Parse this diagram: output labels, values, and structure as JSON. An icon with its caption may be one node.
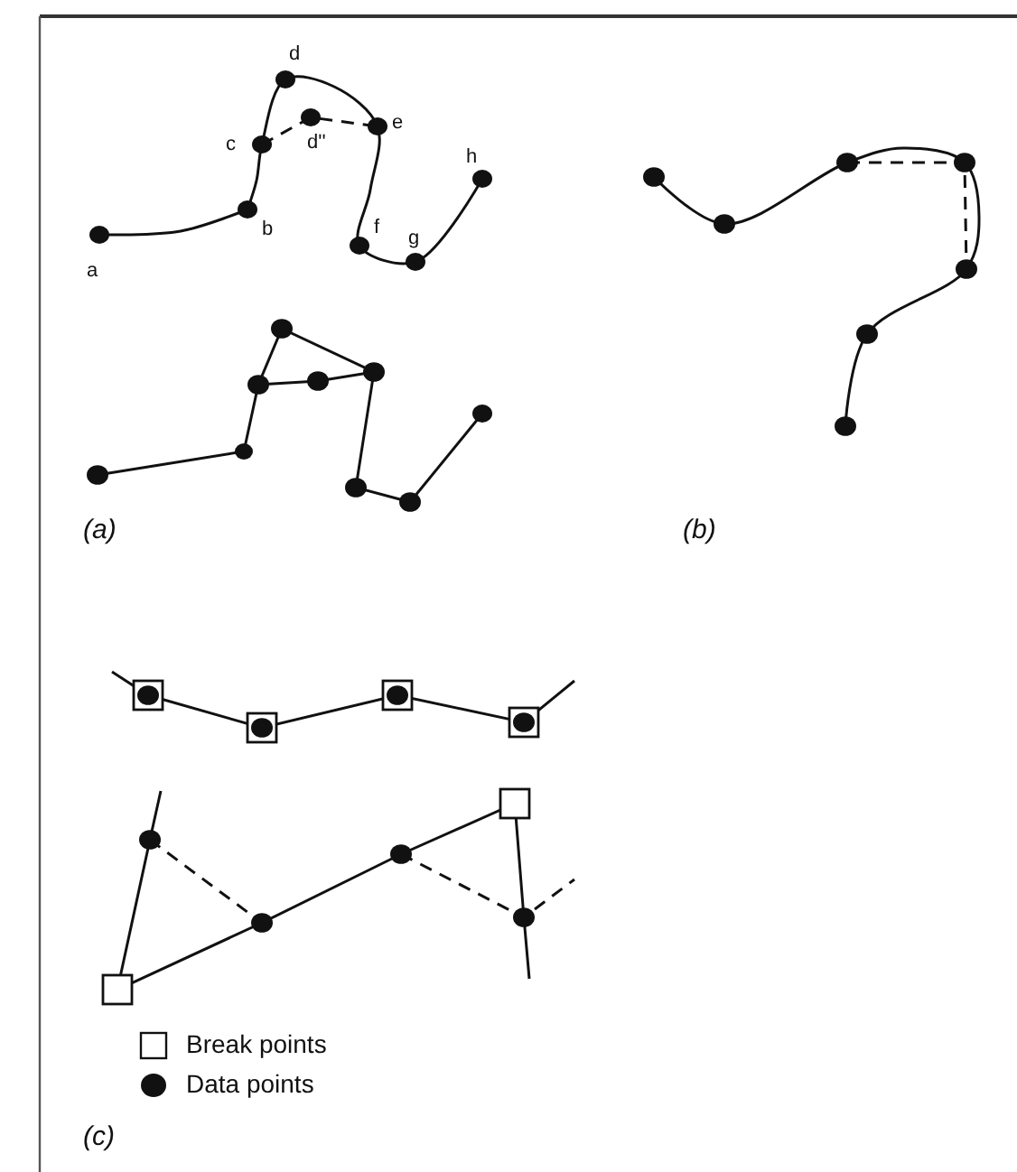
{
  "diagram": {
    "labels": [
      "d",
      "c",
      "d''",
      "e",
      "h",
      "b",
      "f",
      "g",
      "a",
      "(a)",
      "(b)",
      "(c)"
    ],
    "legend": [
      {
        "text": "Break points"
      },
      {
        "text": "Data points"
      }
    ]
  }
}
